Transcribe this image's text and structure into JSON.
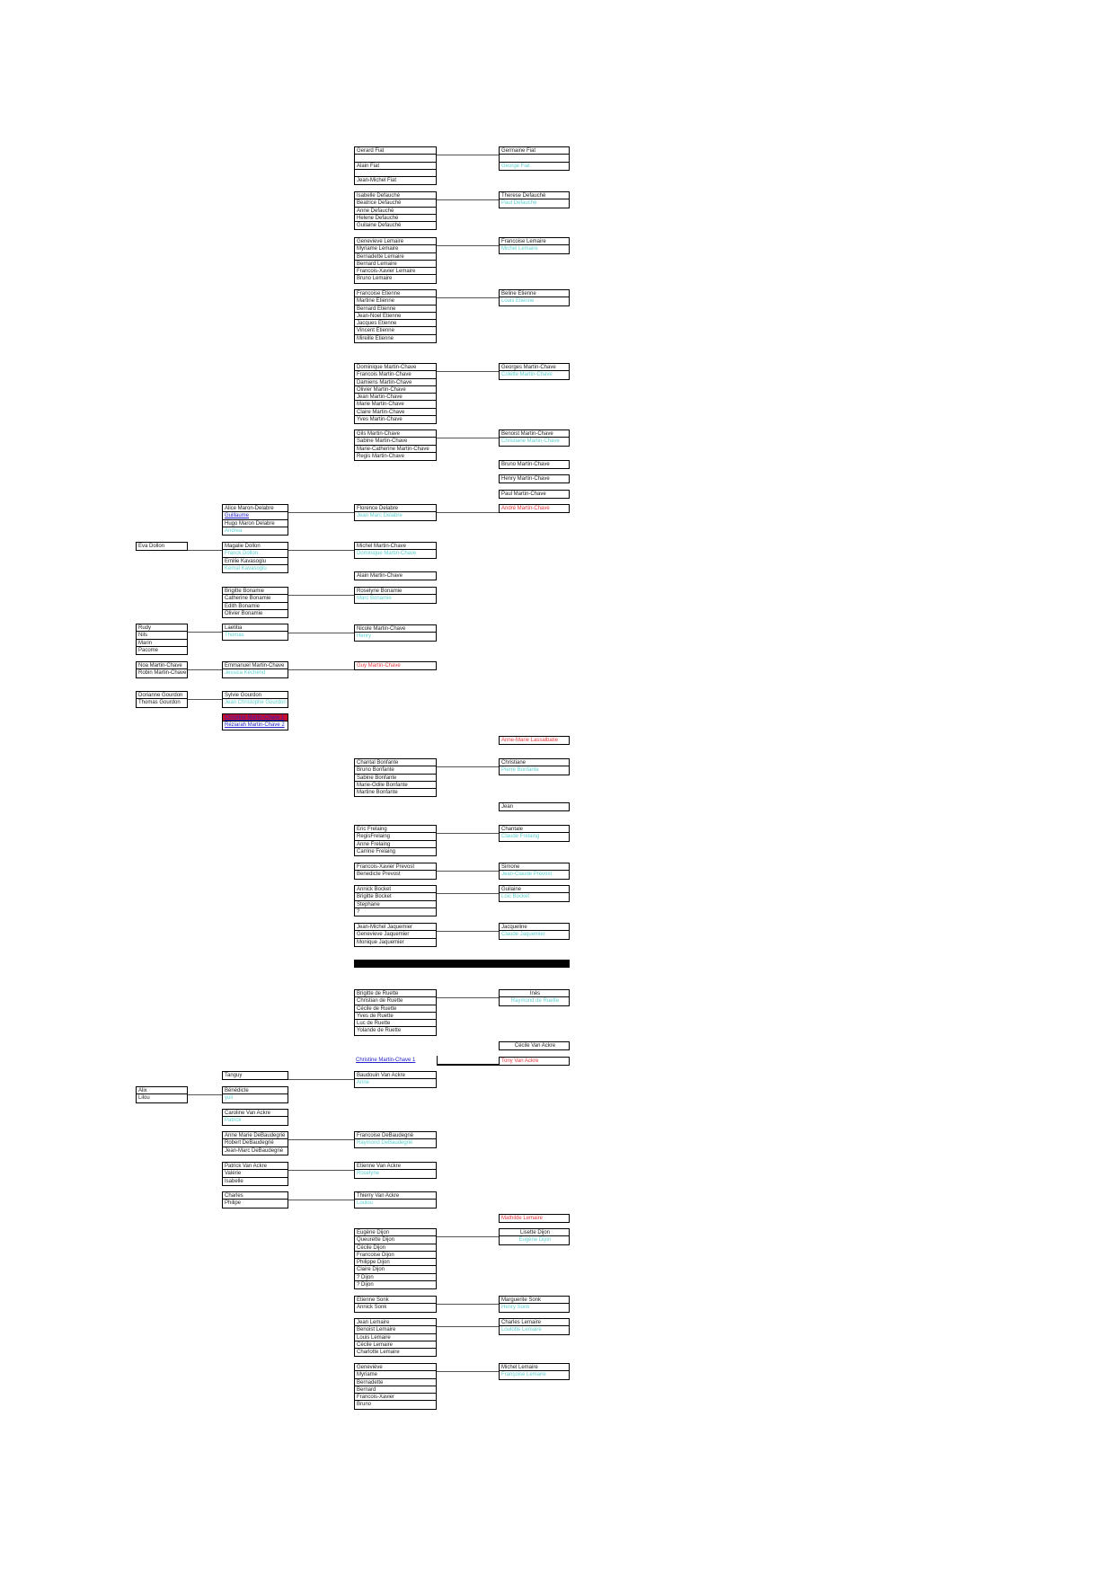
{
  "colors": {
    "text": "#222222",
    "spouse": "#5fcfcf",
    "red": "#e8383d",
    "link": "#2222cc",
    "highlight_bg": "#c8102e"
  },
  "boxes": [
    {
      "rows": [
        {
          "text": "Gerard  Fiat",
          "style": "default"
        },
        {
          "text": "",
          "style": "default"
        },
        {
          "text": "Alain  Fiat",
          "style": "default"
        },
        {
          "text": "",
          "style": "default"
        },
        {
          "text": "Jean-Michel  Fiat",
          "style": "default"
        }
      ]
    },
    {
      "rows": [
        {
          "text": "Germaine Fiat",
          "style": "default"
        },
        {
          "text": "",
          "style": "default"
        },
        {
          "text": "George Fiat",
          "style": "spouse"
        }
      ]
    },
    {
      "rows": [
        {
          "text": "Isabelle Defauché",
          "style": "default"
        },
        {
          "text": "Beatrice Defauché",
          "style": "default"
        },
        {
          "text": "Anne Defauché",
          "style": "default"
        },
        {
          "text": "Helene Defauché",
          "style": "default"
        },
        {
          "text": "Guilaine Defauché",
          "style": "default"
        }
      ]
    },
    {
      "rows": [
        {
          "text": "Therese Defauché",
          "style": "default"
        },
        {
          "text": "Paul Defauché",
          "style": "spouse"
        }
      ]
    },
    {
      "rows": [
        {
          "text": "Genevieve  Lemaire",
          "style": "default"
        },
        {
          "text": "Myriame  Lemaire",
          "style": "default"
        },
        {
          "text": "Bernadette Lemaire",
          "style": "default"
        },
        {
          "text": "Bernard  Lemaire",
          "style": "default"
        },
        {
          "text": "Francois-Xavier  Lemaire",
          "style": "default"
        },
        {
          "text": "Bruno Lemaire",
          "style": "default"
        }
      ]
    },
    {
      "rows": [
        {
          "text": "Francoise Lemaire",
          "style": "default"
        },
        {
          "text": "Michel Lemaire",
          "style": "spouse"
        }
      ]
    },
    {
      "rows": [
        {
          "text": "Francoise  Etienne",
          "style": "default"
        },
        {
          "text": "Martine  Etienne",
          "style": "default"
        },
        {
          "text": "Bernard  Etienne",
          "style": "default"
        },
        {
          "text": "Jean-Noel  Etienne",
          "style": "default"
        },
        {
          "text": "Jacques  Etienne",
          "style": "default"
        },
        {
          "text": "Vincent  Etienne",
          "style": "default"
        },
        {
          "text": "Mireille  Etienne",
          "style": "default"
        }
      ]
    },
    {
      "rows": [
        {
          "text": "Beline Etienne",
          "style": "default"
        },
        {
          "text": "Louis Etienne",
          "style": "spouse"
        }
      ]
    },
    {
      "rows": [
        {
          "text": "Dominique  Martin-Chave",
          "style": "default"
        },
        {
          "text": "Francois  Martin-Chave",
          "style": "default"
        },
        {
          "text": "Damiens  Martin-Chave",
          "style": "default"
        },
        {
          "text": "Olivier  Martin-Chave",
          "style": "default"
        },
        {
          "text": "Jean Martin-Chave",
          "style": "default"
        },
        {
          "text": "Marie  Martin-Chave",
          "style": "default"
        },
        {
          "text": "Claire  Martin-Chave",
          "style": "default"
        },
        {
          "text": "Yves  Martin-Chave",
          "style": "default"
        }
      ]
    },
    {
      "rows": [
        {
          "text": "Georges  Martin-Chave",
          "style": "default"
        },
        {
          "text": "Colette  Martin-Chave",
          "style": "spouse"
        }
      ]
    },
    {
      "rows": [
        {
          "text": "Gils  Martin-Chave",
          "style": "default"
        },
        {
          "text": "Sabine  Martin-Chave",
          "style": "default"
        },
        {
          "text": "Marie-Catherine  Martin-Chave",
          "style": "default"
        },
        {
          "text": "Regis  Martin-Chave",
          "style": "default"
        }
      ]
    },
    {
      "rows": [
        {
          "text": "Benoist  Martin-Chave",
          "style": "default"
        },
        {
          "text": "Christiane  Martin-Chave",
          "style": "spouse"
        }
      ]
    },
    {
      "rows": [
        {
          "text": "Bruno  Martin-Chave",
          "style": "default"
        }
      ]
    },
    {
      "rows": [
        {
          "text": "Henry  Martin-Chave",
          "style": "default"
        }
      ]
    },
    {
      "rows": [
        {
          "text": "Paul  Martin-Chave",
          "style": "default"
        }
      ]
    },
    {
      "rows": [
        {
          "text": "André Martin-Chave",
          "style": "red"
        }
      ]
    },
    {
      "rows": [
        {
          "text": "Florence Delabre",
          "style": "default"
        },
        {
          "text": "Jean  Marc Delabre",
          "style": "spouse"
        }
      ]
    },
    {
      "rows": [
        {
          "text": "Alice Maron-Delabre",
          "style": "default"
        },
        {
          "text": "Guillaume",
          "style": "link"
        },
        {
          "text": "Hugo Maron Delabre",
          "style": "default"
        },
        {
          "text": "Andrea",
          "style": "spouse"
        }
      ]
    },
    {
      "rows": [
        {
          "text": "Eva Dollon",
          "style": "default"
        }
      ]
    },
    {
      "rows": [
        {
          "text": "Magalie Dollon",
          "style": "default"
        },
        {
          "text": "Franck Dollon",
          "style": "spouse"
        },
        {
          "text": "Emilie Kavasoglu",
          "style": "default"
        },
        {
          "text": "Kemal Kavasoglu",
          "style": "spouse"
        }
      ]
    },
    {
      "rows": [
        {
          "text": "Michel Martin-Chave",
          "style": "default"
        },
        {
          "text": "Dominique Martin-Chave",
          "style": "spouse"
        }
      ]
    },
    {
      "rows": [
        {
          "text": "Alain  Martin-Chave",
          "style": "default"
        }
      ]
    },
    {
      "rows": [
        {
          "text": "Roselyne Bonamie",
          "style": "default"
        },
        {
          "text": "Marc  Bonamie",
          "style": "spouse"
        }
      ]
    },
    {
      "rows": [
        {
          "text": "Brigitte  Bonamie",
          "style": "default"
        },
        {
          "text": "Catherine  Bonamie",
          "style": "default"
        },
        {
          "text": "Edith  Bonamie",
          "style": "default"
        },
        {
          "text": "Olivier  Bonamie",
          "style": "default"
        }
      ]
    },
    {
      "rows": [
        {
          "text": "Rudy",
          "style": "default"
        },
        {
          "text": "Nils",
          "style": "default"
        },
        {
          "text": "Marin",
          "style": "default"
        },
        {
          "text": "Pacome",
          "style": "default"
        }
      ]
    },
    {
      "rows": [
        {
          "text": "Laetitia",
          "style": "default"
        },
        {
          "text": "Thomas",
          "style": "spouse"
        }
      ]
    },
    {
      "rows": [
        {
          "text": "Nicole  Martin-Chave",
          "style": "default"
        },
        {
          "text": "Henry",
          "style": "spouse"
        }
      ]
    },
    {
      "rows": [
        {
          "text": "Noa  Martin-Chave",
          "style": "default"
        },
        {
          "text": "Robin Martin-Chave",
          "style": "default"
        }
      ]
    },
    {
      "rows": [
        {
          "text": "Emmanuel  Martin-Chave",
          "style": "default"
        },
        {
          "text": "Jessica Kéchénd",
          "style": "spouse"
        }
      ]
    },
    {
      "rows": [
        {
          "text": "Guy  Martin-Chave",
          "style": "red"
        }
      ]
    },
    {
      "rows": [
        {
          "text": "Dorianne Gourdon",
          "style": "default"
        },
        {
          "text": "Thomas Gourdon",
          "style": "default"
        }
      ]
    },
    {
      "rows": [
        {
          "text": "Sylvie Gourdon",
          "style": "default"
        },
        {
          "text": "Jean Christophe Gourdon",
          "style": "spouse"
        }
      ]
    },
    {
      "rows": [
        {
          "text": "Christine Martin-Chave 1",
          "style": "link-highlight"
        },
        {
          "text": "Réziarah Martin-Chave 2",
          "style": "link"
        }
      ]
    },
    {
      "rows": [
        {
          "text": "Anne-Marie Lassalbatie",
          "style": "red"
        }
      ]
    },
    {
      "rows": [
        {
          "text": "Chantal Bonfante",
          "style": "default"
        },
        {
          "text": "Bruno Bonfante",
          "style": "default"
        },
        {
          "text": "Sabine  Bonfante",
          "style": "default"
        },
        {
          "text": "Marie-Odile  Bonfante",
          "style": "default"
        },
        {
          "text": "Martine Bonfante",
          "style": "default"
        }
      ]
    },
    {
      "rows": [
        {
          "text": "Christiane",
          "style": "default"
        },
        {
          "text": "Pierre Bonfante",
          "style": "spouse"
        }
      ]
    },
    {
      "rows": [
        {
          "text": "Jean",
          "style": "default"
        }
      ]
    },
    {
      "rows": [
        {
          "text": "Eric Frelaing",
          "style": "default"
        },
        {
          "text": "RegisFrelaing",
          "style": "default"
        },
        {
          "text": "Anne  Frelaing",
          "style": "default"
        },
        {
          "text": "Carrine Frelaing",
          "style": "default"
        }
      ]
    },
    {
      "rows": [
        {
          "text": "Chantale",
          "style": "default"
        },
        {
          "text": "Claude Frelaing",
          "style": "spouse"
        }
      ]
    },
    {
      "rows": [
        {
          "text": "Francois-Xavier  Prevost",
          "style": "default"
        },
        {
          "text": "Benedicte  Prevost",
          "style": "default"
        }
      ]
    },
    {
      "rows": [
        {
          "text": "Simone",
          "style": "default"
        },
        {
          "text": "Jean-Claude Prevost",
          "style": "spouse"
        }
      ]
    },
    {
      "rows": [
        {
          "text": "Annick Bocket",
          "style": "default"
        },
        {
          "text": "Brigitte Bocket",
          "style": "default"
        },
        {
          "text": "Stephane",
          "style": "default"
        },
        {
          "text": "?",
          "style": "default"
        }
      ]
    },
    {
      "rows": [
        {
          "text": "Guilaine",
          "style": "default"
        },
        {
          "text": "Loic Bocket",
          "style": "spouse"
        }
      ]
    },
    {
      "rows": [
        {
          "text": "Jean-Michel Jaquemier",
          "style": "default"
        },
        {
          "text": "Genevieve Jaquemier",
          "style": "default"
        },
        {
          "text": "Monique Jaquemier",
          "style": "default"
        }
      ]
    },
    {
      "rows": [
        {
          "text": "Jacqueline",
          "style": "default"
        },
        {
          "text": "Claude Jaquemier",
          "style": "spouse"
        }
      ]
    },
    {
      "rows": [
        {
          "text": "Brigitte de Ruette",
          "style": "default"
        },
        {
          "text": "Christian de Ruette",
          "style": "default"
        },
        {
          "text": "Cécile  de Ruette",
          "style": "default"
        },
        {
          "text": "Yves de Ruette",
          "style": "default"
        },
        {
          "text": "Luc de Ruette",
          "style": "default"
        },
        {
          "text": "Yolande de Ruette",
          "style": "default"
        }
      ]
    },
    {
      "rows": [
        {
          "text": "Inès",
          "style": "default"
        },
        {
          "text": "Raymond de Ruette",
          "style": "spouse"
        }
      ]
    },
    {
      "rows": [
        {
          "text": "Cécile Van Ackre",
          "style": "default"
        }
      ]
    },
    {
      "rows": [
        {
          "text": "Christine  Martin-Chave 1",
          "style": "link"
        }
      ]
    },
    {
      "rows": [
        {
          "text": "Tony Van Ackre",
          "style": "red"
        }
      ]
    },
    {
      "rows": [
        {
          "text": "Baudouin Van Ackre",
          "style": "default"
        },
        {
          "text": "Anne",
          "style": "spouse"
        }
      ]
    },
    {
      "rows": [
        {
          "text": "Tanguy",
          "style": "default"
        }
      ]
    },
    {
      "rows": [
        {
          "text": "Alix",
          "style": "default"
        },
        {
          "text": "Lilou",
          "style": "default"
        }
      ]
    },
    {
      "rows": [
        {
          "text": "Bénédicte",
          "style": "default"
        },
        {
          "text": "yuli",
          "style": "spouse"
        }
      ]
    },
    {
      "rows": [
        {
          "text": "Caroline  Van Ackre",
          "style": "default"
        },
        {
          "text": "Patrick",
          "style": "spouse"
        }
      ]
    },
    {
      "rows": [
        {
          "text": "Anne Marie DeBaudegrié",
          "style": "default"
        },
        {
          "text": "Robert DeBaudegrié",
          "style": "default"
        },
        {
          "text": "Jean-Marc DeBaudegrié",
          "style": "default"
        }
      ]
    },
    {
      "rows": [
        {
          "text": "Francoise  DeBaudegrié",
          "style": "default"
        },
        {
          "text": "Raymond DeBaudegrié",
          "style": "spouse"
        }
      ]
    },
    {
      "rows": [
        {
          "text": "Patrick Van Ackre",
          "style": "default"
        },
        {
          "text": "Valérie",
          "style": "default"
        },
        {
          "text": "Isabelle",
          "style": "default"
        }
      ]
    },
    {
      "rows": [
        {
          "text": "Etienne Van Ackre",
          "style": "default"
        },
        {
          "text": "Roselyne",
          "style": "spouse"
        }
      ]
    },
    {
      "rows": [
        {
          "text": "Charles",
          "style": "default"
        },
        {
          "text": "Philipe",
          "style": "default"
        }
      ]
    },
    {
      "rows": [
        {
          "text": "Thierry Van Ackre",
          "style": "default"
        },
        {
          "text": "Loulou",
          "style": "spouse"
        }
      ]
    },
    {
      "rows": [
        {
          "text": "Mathilde Lemaire",
          "style": "red"
        }
      ]
    },
    {
      "rows": [
        {
          "text": "Eugène Dijon",
          "style": "default"
        },
        {
          "text": "Queurette Dijon",
          "style": "default"
        },
        {
          "text": "Cécile  Dijon",
          "style": "default"
        },
        {
          "text": "Francoise  Dijon",
          "style": "default"
        },
        {
          "text": "Philippe  Dijon",
          "style": "default"
        },
        {
          "text": "Claire  Dijon",
          "style": "default"
        },
        {
          "text": "? Dijon",
          "style": "default"
        },
        {
          "text": "? Dijon",
          "style": "default"
        }
      ]
    },
    {
      "rows": [
        {
          "text": "Lisette Dijon",
          "style": "default"
        },
        {
          "text": "Eugène Dijon",
          "style": "spouse"
        }
      ]
    },
    {
      "rows": [
        {
          "text": "Etienne Sonk",
          "style": "default"
        },
        {
          "text": "Annick Sonk",
          "style": "default"
        }
      ]
    },
    {
      "rows": [
        {
          "text": "Marguerite Sonk",
          "style": "default"
        },
        {
          "text": "Henry Sonk",
          "style": "spouse"
        }
      ]
    },
    {
      "rows": [
        {
          "text": "Jean  Lemaire",
          "style": "default"
        },
        {
          "text": " Benoist Lemaire",
          "style": "default"
        },
        {
          "text": "Louis Lemaire",
          "style": "default"
        },
        {
          "text": "Cécile  Lemaire",
          "style": "default"
        },
        {
          "text": "Charlotte  Lemaire",
          "style": "default"
        }
      ]
    },
    {
      "rows": [
        {
          "text": "Charles Lemaire",
          "style": "default"
        },
        {
          "text": "Loulotte Lemaire",
          "style": "spouse"
        }
      ]
    },
    {
      "rows": [
        {
          "text": "Geneviève",
          "style": "default"
        },
        {
          "text": "Myriame",
          "style": "default"
        },
        {
          "text": "Bernadette",
          "style": "default"
        },
        {
          "text": "Bernard",
          "style": "default"
        },
        {
          "text": "Francois-Xavier",
          "style": "default"
        },
        {
          "text": "Bruno",
          "style": "default"
        }
      ]
    },
    {
      "rows": [
        {
          "text": "Michel Lemaire",
          "style": "default"
        },
        {
          "text": "Françoise Lemaire",
          "style": "spouse"
        }
      ]
    }
  ]
}
